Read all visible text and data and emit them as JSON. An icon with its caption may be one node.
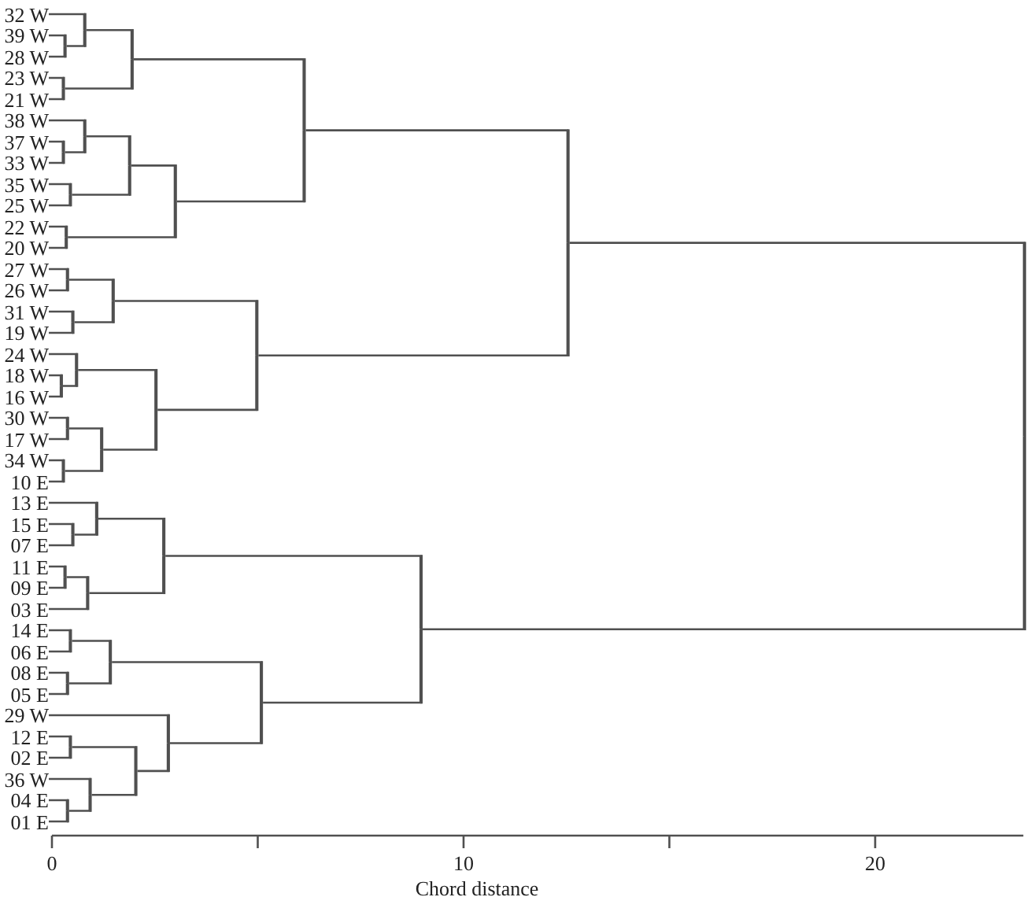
{
  "diagram": {
    "nodes": [
      {
        "text": [
          "32 W"
        ]
      },
      {
        "text": [
          "39 W"
        ]
      },
      {
        "text": [
          "28 W"
        ]
      },
      {
        "text": [
          "23 W"
        ]
      },
      {
        "text": [
          "21 W"
        ]
      },
      {
        "text": [
          "38 W"
        ]
      },
      {
        "text": [
          "37 W"
        ]
      },
      {
        "text": [
          "33 W"
        ]
      },
      {
        "text": [
          "35 W"
        ]
      },
      {
        "text": [
          "25 W"
        ]
      },
      {
        "text": [
          "22 W"
        ]
      },
      {
        "text": [
          "20 W"
        ]
      },
      {
        "text": [
          "27 W"
        ]
      },
      {
        "text": [
          "26 W"
        ]
      },
      {
        "text": [
          "31 W"
        ]
      },
      {
        "text": [
          "19 W"
        ]
      },
      {
        "text": [
          "24 W"
        ]
      },
      {
        "text": [
          "18 W"
        ]
      },
      {
        "text": [
          "16 W"
        ]
      },
      {
        "text": [
          "30 W"
        ]
      },
      {
        "text": [
          "17 W"
        ]
      },
      {
        "text": [
          "34 W"
        ]
      },
      {
        "text": [
          "10 E"
        ]
      },
      {
        "text": [
          "13 E"
        ]
      },
      {
        "text": [
          "15 E"
        ]
      },
      {
        "text": [
          "07 E"
        ]
      },
      {
        "text": [
          "11 E"
        ]
      },
      {
        "text": [
          "09 E"
        ]
      },
      {
        "text": [
          "03 E"
        ]
      },
      {
        "text": [
          "14 E"
        ]
      },
      {
        "text": [
          "06 E"
        ]
      },
      {
        "text": [
          "08 E"
        ]
      },
      {
        "text": [
          "05 E"
        ]
      },
      {
        "text": [
          "29 W"
        ]
      },
      {
        "text": [
          "12 E"
        ]
      },
      {
        "text": [
          "02 E"
        ]
      },
      {
        "text": [
          "36 W"
        ]
      },
      {
        "text": [
          "04 E"
        ]
      },
      {
        "text": [
          "01 E"
        ]
      },
      {
        "text": [],
        "shape": "bar"
      },
      {
        "text": [],
        "shape": "bar"
      },
      {
        "text": [],
        "shape": "bar"
      },
      {
        "text": [],
        "shape": "bar"
      },
      {
        "text": [],
        "shape": "bar"
      },
      {
        "text": [],
        "shape": "bar"
      },
      {
        "text": [],
        "shape": "bar"
      },
      {
        "text": [],
        "shape": "bar"
      },
      {
        "text": [],
        "shape": "bar"
      },
      {
        "text": [],
        "shape": "bar"
      },
      {
        "text": [],
        "shape": "bar"
      },
      {
        "text": [],
        "shape": "bar"
      },
      {
        "text": [],
        "shape": "bar"
      },
      {
        "text": [],
        "shape": "bar"
      },
      {
        "text": [],
        "shape": "bar"
      },
      {
        "text": [],
        "shape": "bar"
      },
      {
        "text": [],
        "shape": "bar"
      },
      {
        "text": [],
        "shape": "bar"
      },
      {
        "text": [],
        "shape": "bar"
      },
      {
        "text": [],
        "shape": "bar"
      },
      {
        "text": [],
        "shape": "bar"
      },
      {
        "text": [],
        "shape": "bar"
      },
      {
        "text": [],
        "shape": "bar"
      },
      {
        "text": [],
        "shape": "bar"
      },
      {
        "text": [],
        "shape": "bar"
      },
      {
        "text": [],
        "shape": "bar"
      },
      {
        "text": [],
        "shape": "bar"
      },
      {
        "text": [],
        "shape": "bar"
      },
      {
        "text": [],
        "shape": "bar"
      },
      {
        "text": [],
        "shape": "bar"
      },
      {
        "text": [],
        "shape": "bar"
      },
      {
        "text": [],
        "shape": "bar"
      },
      {
        "text": [],
        "shape": "bar"
      },
      {
        "text": [],
        "shape": "bar"
      },
      {
        "text": [],
        "shape": "bar"
      },
      {
        "text": [],
        "shape": "bar"
      },
      {
        "text": [],
        "shape": "bar"
      },
      {
        "text": [],
        "shape": "bar"
      }
    ],
    "edges": [
      {
        "from": 1,
        "to": 39,
        "arrow": "none"
      },
      {
        "from": 2,
        "to": 39,
        "arrow": "none"
      },
      {
        "from": 0,
        "to": 40,
        "arrow": "none"
      },
      {
        "from": 39,
        "to": 40,
        "arrow": "none"
      },
      {
        "from": 3,
        "to": 41,
        "arrow": "none"
      },
      {
        "from": 4,
        "to": 41,
        "arrow": "none"
      },
      {
        "from": 40,
        "to": 42,
        "arrow": "none"
      },
      {
        "from": 41,
        "to": 42,
        "arrow": "none"
      },
      {
        "from": 6,
        "to": 43,
        "arrow": "none"
      },
      {
        "from": 7,
        "to": 43,
        "arrow": "none"
      },
      {
        "from": 5,
        "to": 44,
        "arrow": "none"
      },
      {
        "from": 43,
        "to": 44,
        "arrow": "none"
      },
      {
        "from": 8,
        "to": 45,
        "arrow": "none"
      },
      {
        "from": 9,
        "to": 45,
        "arrow": "none"
      },
      {
        "from": 44,
        "to": 46,
        "arrow": "none"
      },
      {
        "from": 45,
        "to": 46,
        "arrow": "none"
      },
      {
        "from": 10,
        "to": 47,
        "arrow": "none"
      },
      {
        "from": 11,
        "to": 47,
        "arrow": "none"
      },
      {
        "from": 46,
        "to": 48,
        "arrow": "none"
      },
      {
        "from": 47,
        "to": 48,
        "arrow": "none"
      },
      {
        "from": 42,
        "to": 49,
        "arrow": "none"
      },
      {
        "from": 48,
        "to": 49,
        "arrow": "none"
      },
      {
        "from": 12,
        "to": 50,
        "arrow": "none"
      },
      {
        "from": 13,
        "to": 50,
        "arrow": "none"
      },
      {
        "from": 14,
        "to": 51,
        "arrow": "none"
      },
      {
        "from": 15,
        "to": 51,
        "arrow": "none"
      },
      {
        "from": 50,
        "to": 52,
        "arrow": "none"
      },
      {
        "from": 51,
        "to": 52,
        "arrow": "none"
      },
      {
        "from": 17,
        "to": 53,
        "arrow": "none"
      },
      {
        "from": 18,
        "to": 53,
        "arrow": "none"
      },
      {
        "from": 16,
        "to": 54,
        "arrow": "none"
      },
      {
        "from": 53,
        "to": 54,
        "arrow": "none"
      },
      {
        "from": 19,
        "to": 55,
        "arrow": "none"
      },
      {
        "from": 20,
        "to": 55,
        "arrow": "none"
      },
      {
        "from": 21,
        "to": 56,
        "arrow": "none"
      },
      {
        "from": 22,
        "to": 56,
        "arrow": "none"
      },
      {
        "from": 55,
        "to": 57,
        "arrow": "none"
      },
      {
        "from": 56,
        "to": 57,
        "arrow": "none"
      },
      {
        "from": 54,
        "to": 58,
        "arrow": "none"
      },
      {
        "from": 57,
        "to": 58,
        "arrow": "none"
      },
      {
        "from": 52,
        "to": 59,
        "arrow": "none"
      },
      {
        "from": 58,
        "to": 59,
        "arrow": "none"
      },
      {
        "from": 49,
        "to": 60,
        "arrow": "none"
      },
      {
        "from": 59,
        "to": 60,
        "arrow": "none"
      },
      {
        "from": 24,
        "to": 61,
        "arrow": "none"
      },
      {
        "from": 25,
        "to": 61,
        "arrow": "none"
      },
      {
        "from": 23,
        "to": 62,
        "arrow": "none"
      },
      {
        "from": 61,
        "to": 62,
        "arrow": "none"
      },
      {
        "from": 26,
        "to": 63,
        "arrow": "none"
      },
      {
        "from": 27,
        "to": 63,
        "arrow": "none"
      },
      {
        "from": 63,
        "to": 64,
        "arrow": "none"
      },
      {
        "from": 28,
        "to": 64,
        "arrow": "none"
      },
      {
        "from": 62,
        "to": 65,
        "arrow": "none"
      },
      {
        "from": 64,
        "to": 65,
        "arrow": "none"
      },
      {
        "from": 29,
        "to": 66,
        "arrow": "none"
      },
      {
        "from": 30,
        "to": 66,
        "arrow": "none"
      },
      {
        "from": 31,
        "to": 67,
        "arrow": "none"
      },
      {
        "from": 32,
        "to": 67,
        "arrow": "none"
      },
      {
        "from": 66,
        "to": 68,
        "arrow": "none"
      },
      {
        "from": 67,
        "to": 68,
        "arrow": "none"
      },
      {
        "from": 34,
        "to": 69,
        "arrow": "none"
      },
      {
        "from": 35,
        "to": 69,
        "arrow": "none"
      },
      {
        "from": 37,
        "to": 70,
        "arrow": "none"
      },
      {
        "from": 38,
        "to": 70,
        "arrow": "none"
      },
      {
        "from": 36,
        "to": 71,
        "arrow": "none"
      },
      {
        "from": 70,
        "to": 71,
        "arrow": "none"
      },
      {
        "from": 69,
        "to": 72,
        "arrow": "none"
      },
      {
        "from": 71,
        "to": 72,
        "arrow": "none"
      },
      {
        "from": 33,
        "to": 73,
        "arrow": "none"
      },
      {
        "from": 72,
        "to": 73,
        "arrow": "none"
      },
      {
        "from": 68,
        "to": 74,
        "arrow": "none"
      },
      {
        "from": 73,
        "to": 74,
        "arrow": "none"
      },
      {
        "from": 65,
        "to": 75,
        "arrow": "none"
      },
      {
        "from": 74,
        "to": 75,
        "arrow": "none"
      },
      {
        "from": 60,
        "to": 76,
        "arrow": "none"
      },
      {
        "from": 75,
        "to": 76,
        "arrow": "none"
      }
    ],
    "labels": [
      "0",
      "10",
      "20",
      "Chord distance"
    ]
  }
}
